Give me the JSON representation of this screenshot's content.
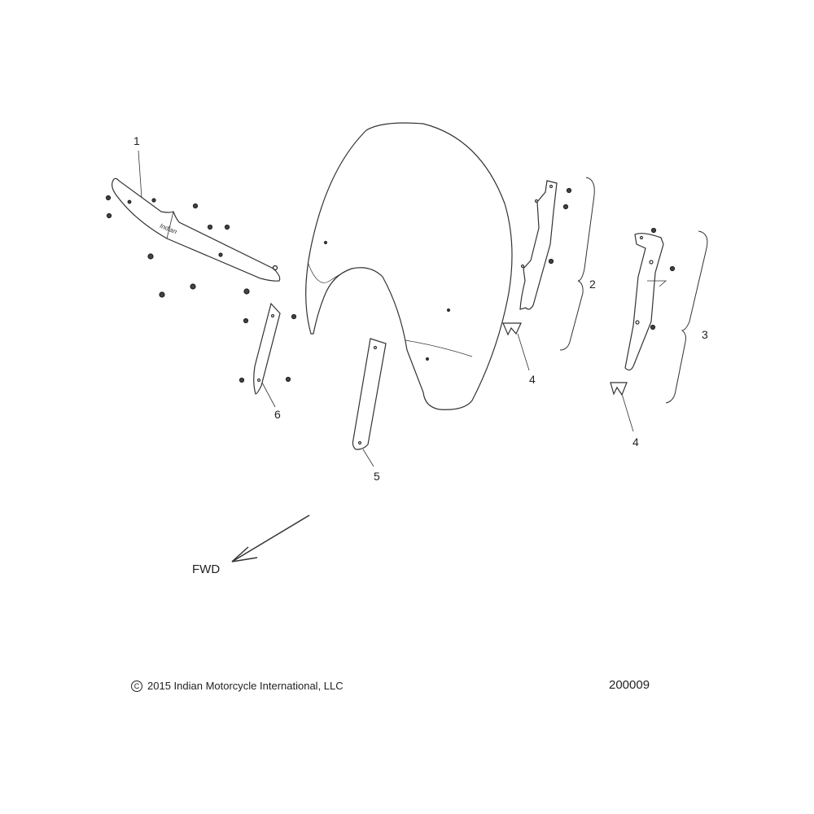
{
  "callouts": [
    "1",
    "2",
    "3",
    "4",
    "4",
    "5",
    "6"
  ],
  "direction_label": "FWD",
  "copyright_symbol": "C",
  "copyright_text": "2015 Indian Motorcycle International, LLC",
  "figure_number": "200009"
}
